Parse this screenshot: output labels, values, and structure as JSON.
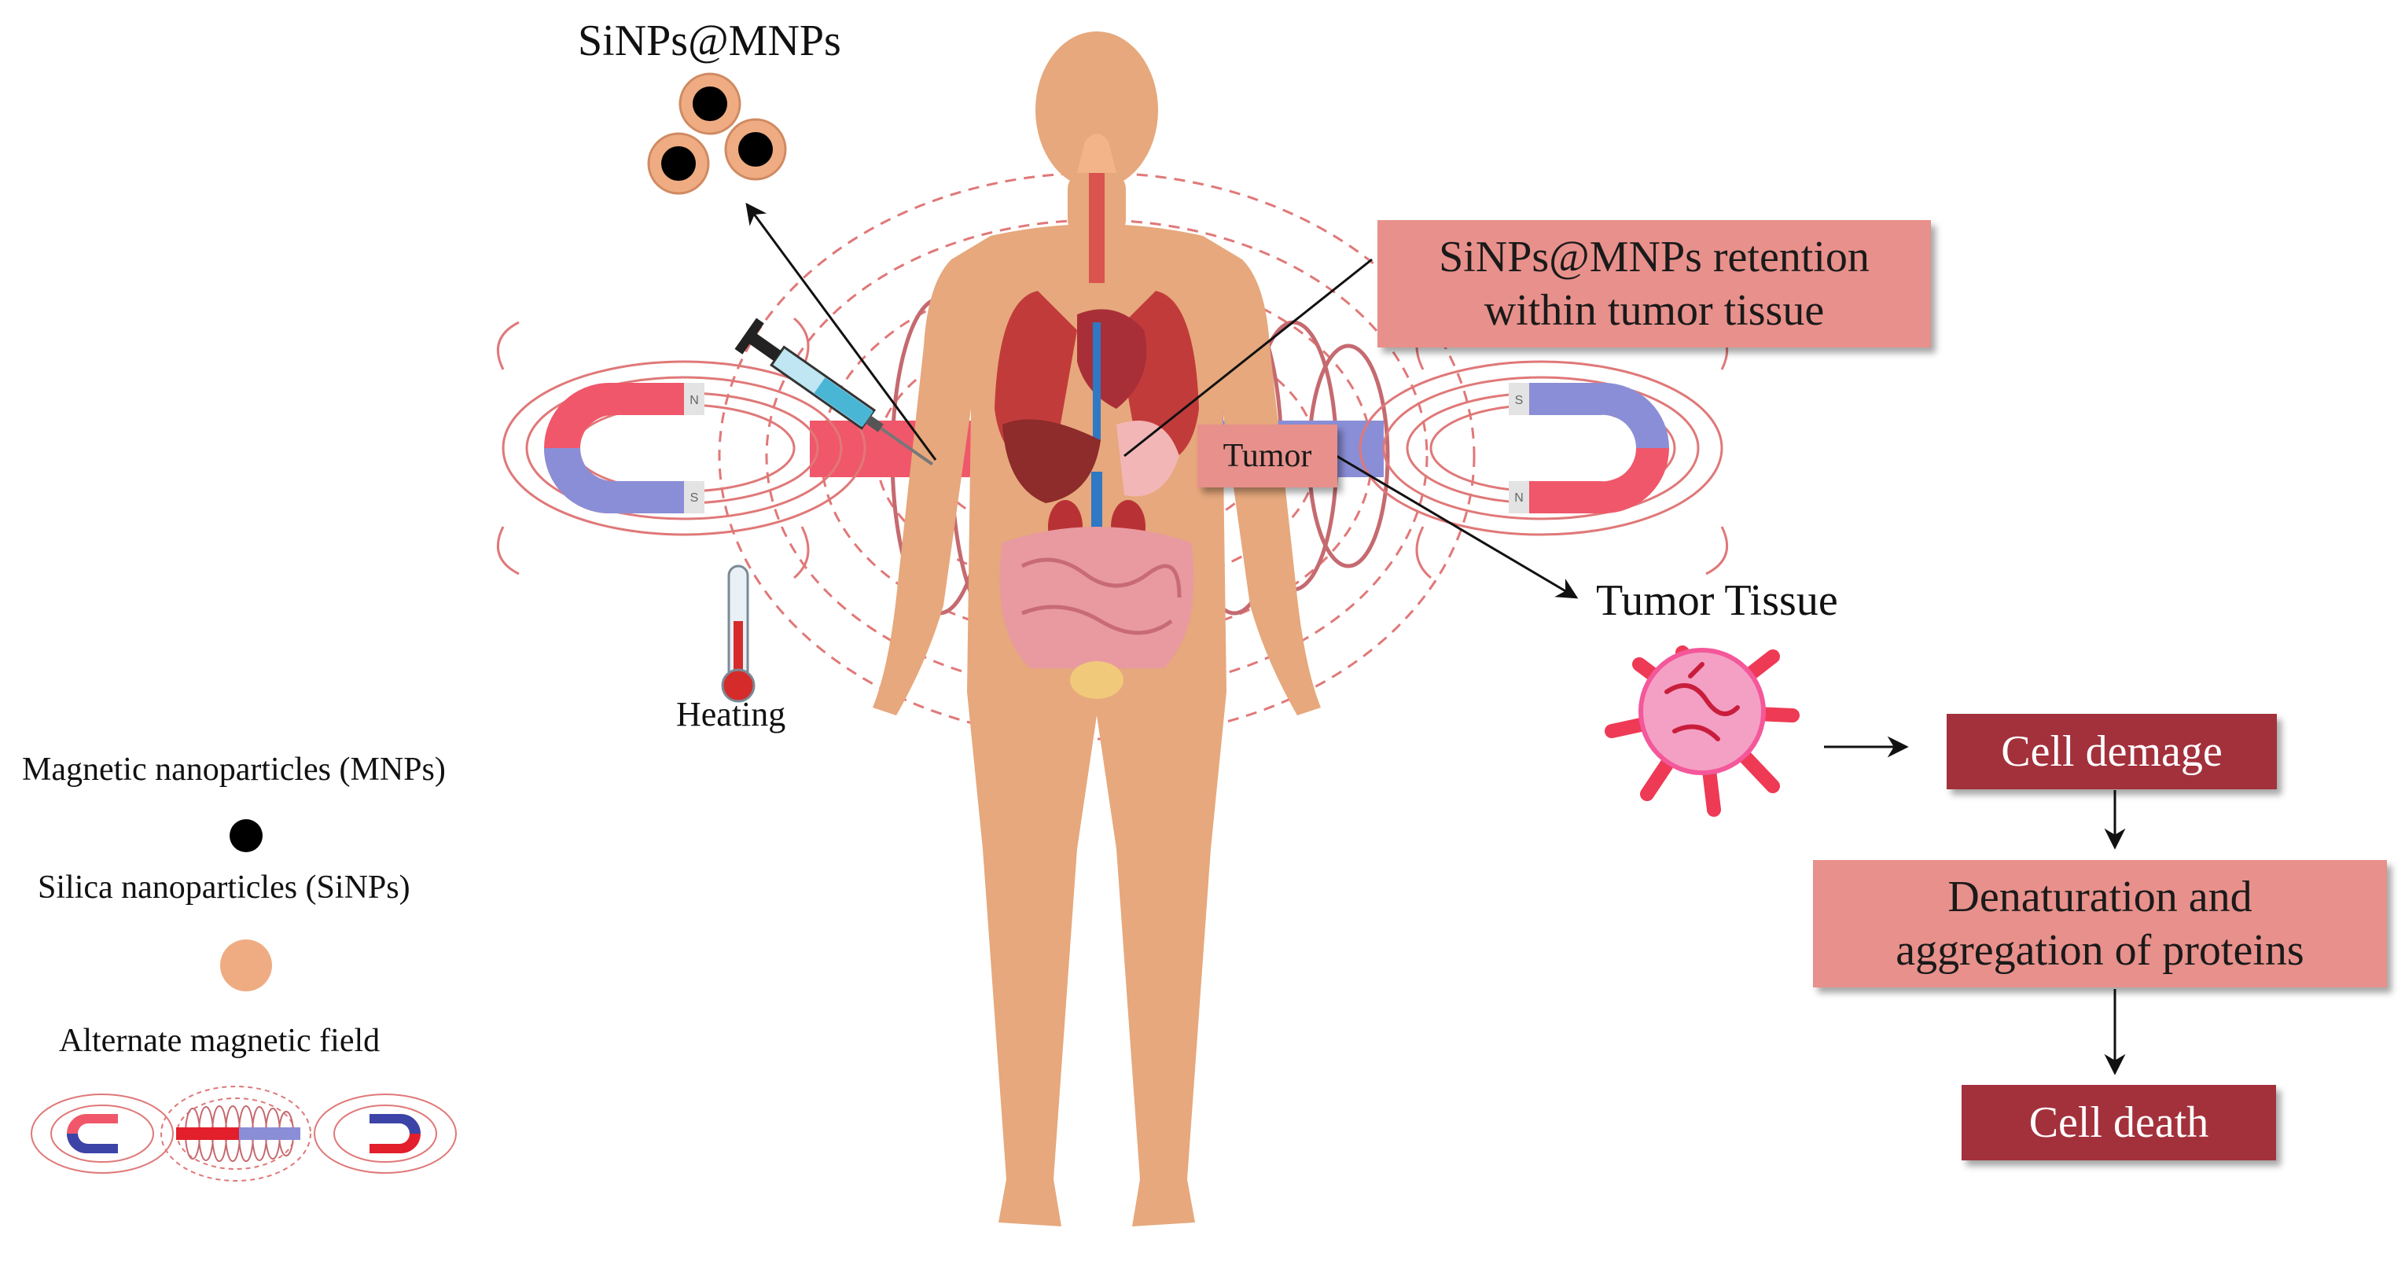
{
  "labels": {
    "particle_title": "SiNPs@MNPs",
    "retention_line1": "SiNPs@MNPs retention",
    "retention_line2": "within tumor tissue",
    "tumor": "Tumor",
    "tumor_tissue": "Tumor Tissue",
    "heating": "Heating",
    "cell_damage": "Cell demage",
    "denaturation_line1": "Denaturation and",
    "denaturation_line2": "aggregation of proteins",
    "cell_death": "Cell death"
  },
  "legend": {
    "mnp_label": "Magnetic nanoparticles (MNPs)",
    "sinp_label": "Silica nanoparticles (SiNPs)",
    "field_label": "Alternate magnetic field"
  },
  "magnet_poles": {
    "north": "N",
    "south": "S"
  },
  "colors": {
    "skin": "#e6a87c",
    "magnet_red": "#f0576a",
    "magnet_blue": "#8a8ed6",
    "box_light": "#e8908b",
    "box_dark": "#a3313c",
    "field_line": "#e06a6a",
    "particle_shell": "#efac82",
    "particle_core": "#000000",
    "tumor_cell": "#f4579a"
  },
  "icons": [
    "syringe-icon",
    "thermometer-icon",
    "magnet-icon",
    "tumor-cell-icon",
    "arrow-icon"
  ]
}
